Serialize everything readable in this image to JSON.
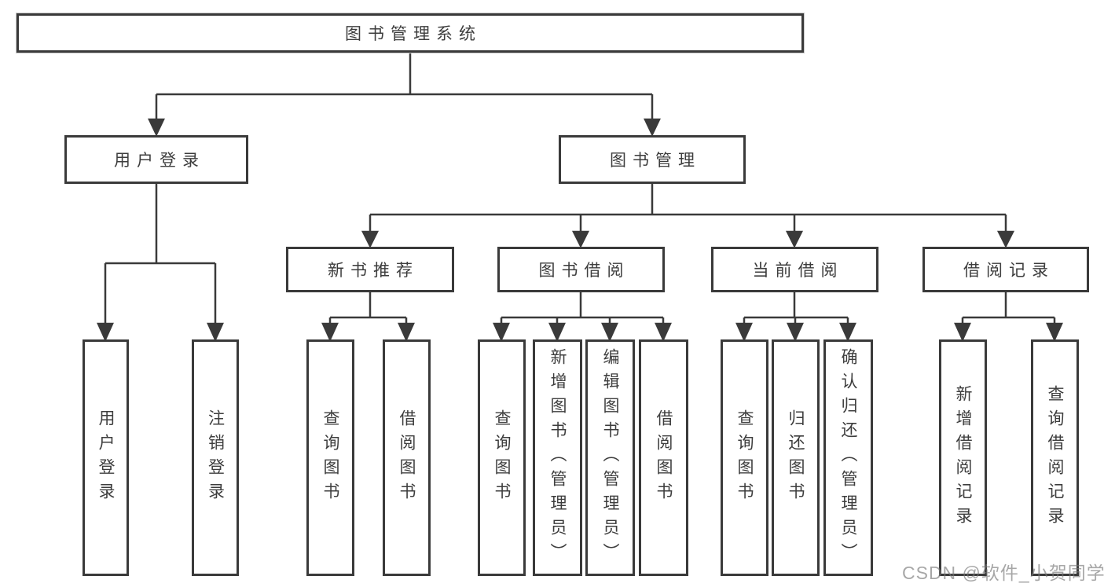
{
  "diagram": {
    "title": "图书管理系统",
    "watermark": "CSDN @软件_小贺同学",
    "colors": {
      "line": "#3a3a3a",
      "border": "#3a3a3a",
      "text": "#3d3d3d",
      "background": "#ffffff",
      "watermark": "#9a9a9a"
    },
    "tree": {
      "label": "图书管理系统",
      "children": [
        {
          "label": "用户登录",
          "children": [
            {
              "label": "用户登录"
            },
            {
              "label": "注销登录"
            }
          ]
        },
        {
          "label": "图书管理",
          "children": [
            {
              "label": "新书推荐",
              "children": [
                {
                  "label": "查询图书"
                },
                {
                  "label": "借阅图书"
                }
              ]
            },
            {
              "label": "图书借阅",
              "children": [
                {
                  "label": "查询图书"
                },
                {
                  "label": "新增图书（管理员）"
                },
                {
                  "label": "编辑图书（管理员）"
                },
                {
                  "label": "借阅图书"
                }
              ]
            },
            {
              "label": "当前借阅",
              "children": [
                {
                  "label": "查询图书"
                },
                {
                  "label": "归还图书"
                },
                {
                  "label": "确认归还（管理员）"
                }
              ]
            },
            {
              "label": "借阅记录",
              "children": [
                {
                  "label": "新增借阅记录"
                },
                {
                  "label": "查询借阅记录"
                }
              ]
            }
          ]
        }
      ]
    }
  }
}
